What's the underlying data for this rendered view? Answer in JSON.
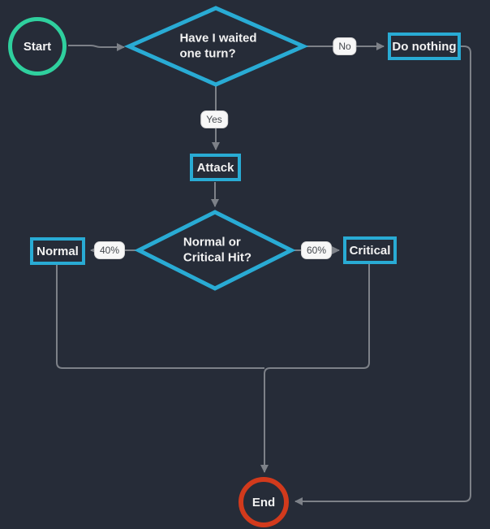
{
  "diagram": {
    "title": "battle-turn-flowchart",
    "nodes": {
      "start": {
        "label": "Start",
        "shape": "circle"
      },
      "wait_decision": {
        "label": "Have I waited\none turn?",
        "shape": "diamond"
      },
      "do_nothing": {
        "label": "Do nothing",
        "shape": "rect"
      },
      "attack": {
        "label": "Attack",
        "shape": "rect"
      },
      "hit_decision": {
        "label": "Normal or\nCritical Hit?",
        "shape": "diamond"
      },
      "normal": {
        "label": "Normal",
        "shape": "rect"
      },
      "critical": {
        "label": "Critical",
        "shape": "rect"
      },
      "end": {
        "label": "End",
        "shape": "circle"
      }
    },
    "edge_labels": {
      "no": "No",
      "yes": "Yes",
      "pct40": "40%",
      "pct60": "60%"
    }
  },
  "colors": {
    "bg": "#262c38",
    "line": "#7d8188",
    "cyan": "#29abd4",
    "green": "#2fd09e",
    "red": "#d23a1c",
    "text": "#f2f2f2",
    "label-bg": "#f7f7f7",
    "label-text": "#45494e"
  }
}
